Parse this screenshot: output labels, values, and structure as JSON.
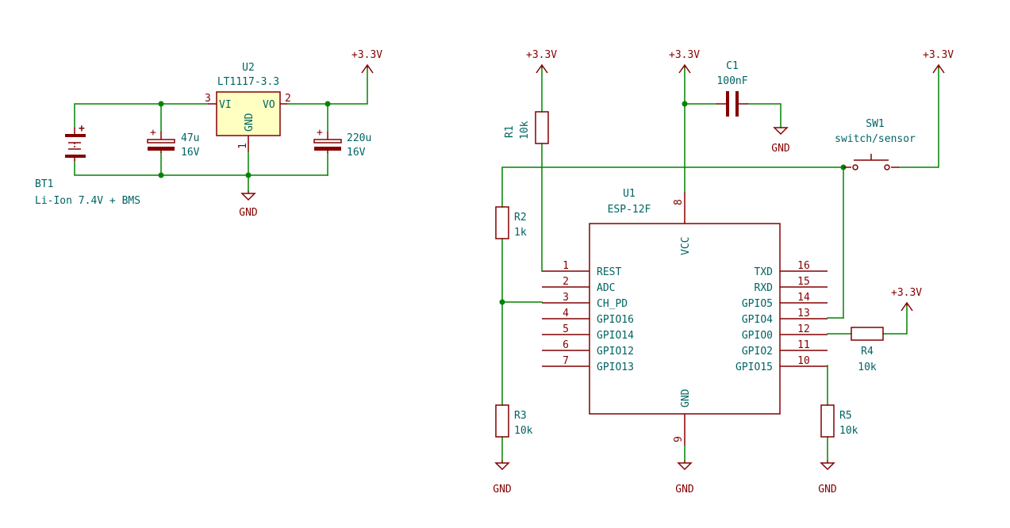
{
  "colors": {
    "wire": "#008400",
    "component": "#840000",
    "label": "#006464",
    "regulator_fill": "#ffffc2"
  },
  "power": {
    "battery_pos_sign": "+",
    "cap_pos_sign": "+",
    "pwr_33v": "+3.3V",
    "gnd": "GND"
  },
  "components": {
    "bt1": {
      "ref": "BT1",
      "value": "Li-Ion 7.4V + BMS"
    },
    "u2": {
      "ref": "U2",
      "value": "LT1117-3.3",
      "pin_vi": "VI",
      "pin_vo": "VO",
      "pin_gnd": "GND",
      "pin_vi_num": "3",
      "pin_vo_num": "2",
      "pin_gnd_num": "1"
    },
    "c_in": {
      "value": "47u",
      "voltage": "16V"
    },
    "c_out": {
      "value": "220u",
      "voltage": "16V"
    },
    "r1": {
      "ref": "R1",
      "value": "10k"
    },
    "r2": {
      "ref": "R2",
      "value": "1k"
    },
    "r3": {
      "ref": "R3",
      "value": "10k"
    },
    "r4": {
      "ref": "R4",
      "value": "10k"
    },
    "r5": {
      "ref": "R5",
      "value": "10k"
    },
    "c1": {
      "ref": "C1",
      "value": "100nF"
    },
    "sw1": {
      "ref": "SW1",
      "value": "switch/sensor"
    },
    "u1": {
      "ref": "U1",
      "value": "ESP-12F",
      "vcc_label": "VCC",
      "vcc_num": "8",
      "gnd_label": "GND",
      "gnd_num": "9",
      "left_pins": [
        {
          "num": "1",
          "name": "REST"
        },
        {
          "num": "2",
          "name": "ADC"
        },
        {
          "num": "3",
          "name": "CH_PD"
        },
        {
          "num": "4",
          "name": "GPIO16"
        },
        {
          "num": "5",
          "name": "GPIO14"
        },
        {
          "num": "6",
          "name": "GPIO12"
        },
        {
          "num": "7",
          "name": "GPIO13"
        }
      ],
      "right_pins": [
        {
          "num": "16",
          "name": "TXD"
        },
        {
          "num": "15",
          "name": "RXD"
        },
        {
          "num": "14",
          "name": "GPIO5"
        },
        {
          "num": "13",
          "name": "GPIO4"
        },
        {
          "num": "12",
          "name": "GPIO0"
        },
        {
          "num": "11",
          "name": "GPIO2"
        },
        {
          "num": "10",
          "name": "GPIO15"
        }
      ]
    }
  }
}
